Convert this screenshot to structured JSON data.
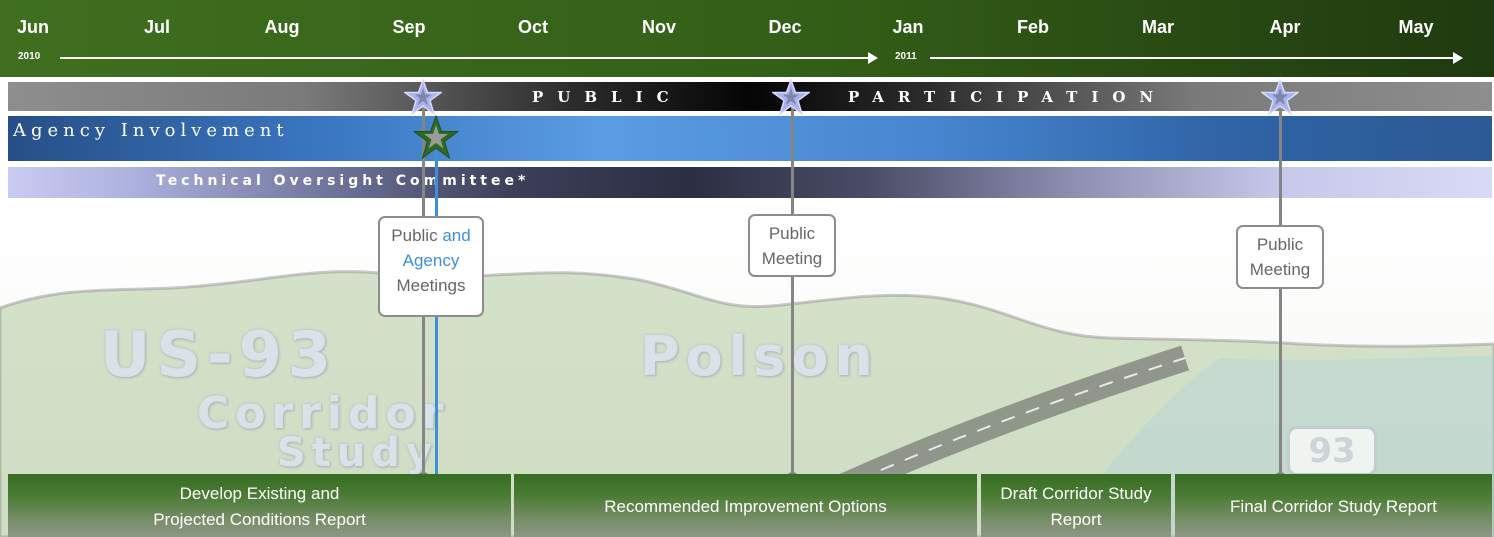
{
  "timeline": {
    "months": [
      "Jun",
      "Jul",
      "Aug",
      "Sep",
      "Oct",
      "Nov",
      "Dec",
      "Jan",
      "Feb",
      "Mar",
      "Apr",
      "May"
    ],
    "years": [
      "2010",
      "2011"
    ]
  },
  "bands": {
    "public": [
      "PUBLIC",
      "PARTICIPATION"
    ],
    "agency": "Agency Involvement",
    "technical": "Technical Oversight Committee*"
  },
  "meetings": [
    {
      "line1": "Public",
      "line1_accent": "and",
      "line2": "Agency",
      "line3": "Meetings"
    },
    {
      "line1": "Public",
      "line2": "Meeting"
    },
    {
      "line1": "Public",
      "line2": "Meeting"
    }
  ],
  "background": {
    "title_line1": "US-93",
    "title_line2": "Polson",
    "title_line3": "Corridor",
    "title_line4": "Study",
    "shield": "93"
  },
  "phases": [
    {
      "line1": "Develop Existing and",
      "line2": "Projected Conditions Report"
    },
    {
      "line1": "Recommended Improvement Options"
    },
    {
      "line1": "Draft Corridor Study",
      "line2": "Report"
    },
    {
      "line1": "Final Corridor Study Report"
    }
  ],
  "colors": {
    "header_green": "#3f6f1f",
    "agency_blue": "#3b78c4",
    "timeline_gray": "#858585",
    "timeline_blue": "#3e8fd8",
    "star_purple": "#a9b2ee",
    "star_green": "#2f6a21"
  },
  "icons": {
    "milestone": "star-icon"
  }
}
